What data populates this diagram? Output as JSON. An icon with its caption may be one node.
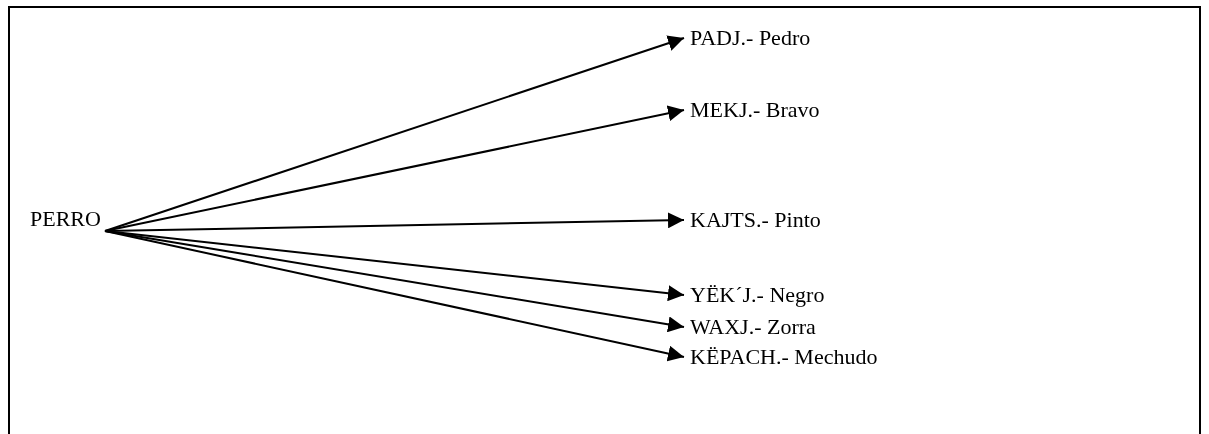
{
  "diagram": {
    "nodes": [
      {
        "text": [
          "PERRO"
        ]
      },
      {
        "text": [
          "PADJ.- Pedro"
        ]
      },
      {
        "text": [
          "MEKJ.- Bravo"
        ]
      },
      {
        "text": [
          "KAJTS.- Pinto"
        ]
      },
      {
        "text": [
          "YËK´J.- Negro"
        ]
      },
      {
        "text": [
          "WAXJ.- Zorra"
        ]
      },
      {
        "text": [
          "KËPACH.- Mechudo"
        ]
      }
    ],
    "edges": [
      {
        "from": 0,
        "to": 1,
        "arrow": "to"
      },
      {
        "from": 0,
        "to": 2,
        "arrow": "to"
      },
      {
        "from": 0,
        "to": 3,
        "arrow": "to"
      },
      {
        "from": 0,
        "to": 4,
        "arrow": "to"
      },
      {
        "from": 0,
        "to": 5,
        "arrow": "to"
      },
      {
        "from": 0,
        "to": 6,
        "arrow": "to"
      }
    ]
  }
}
